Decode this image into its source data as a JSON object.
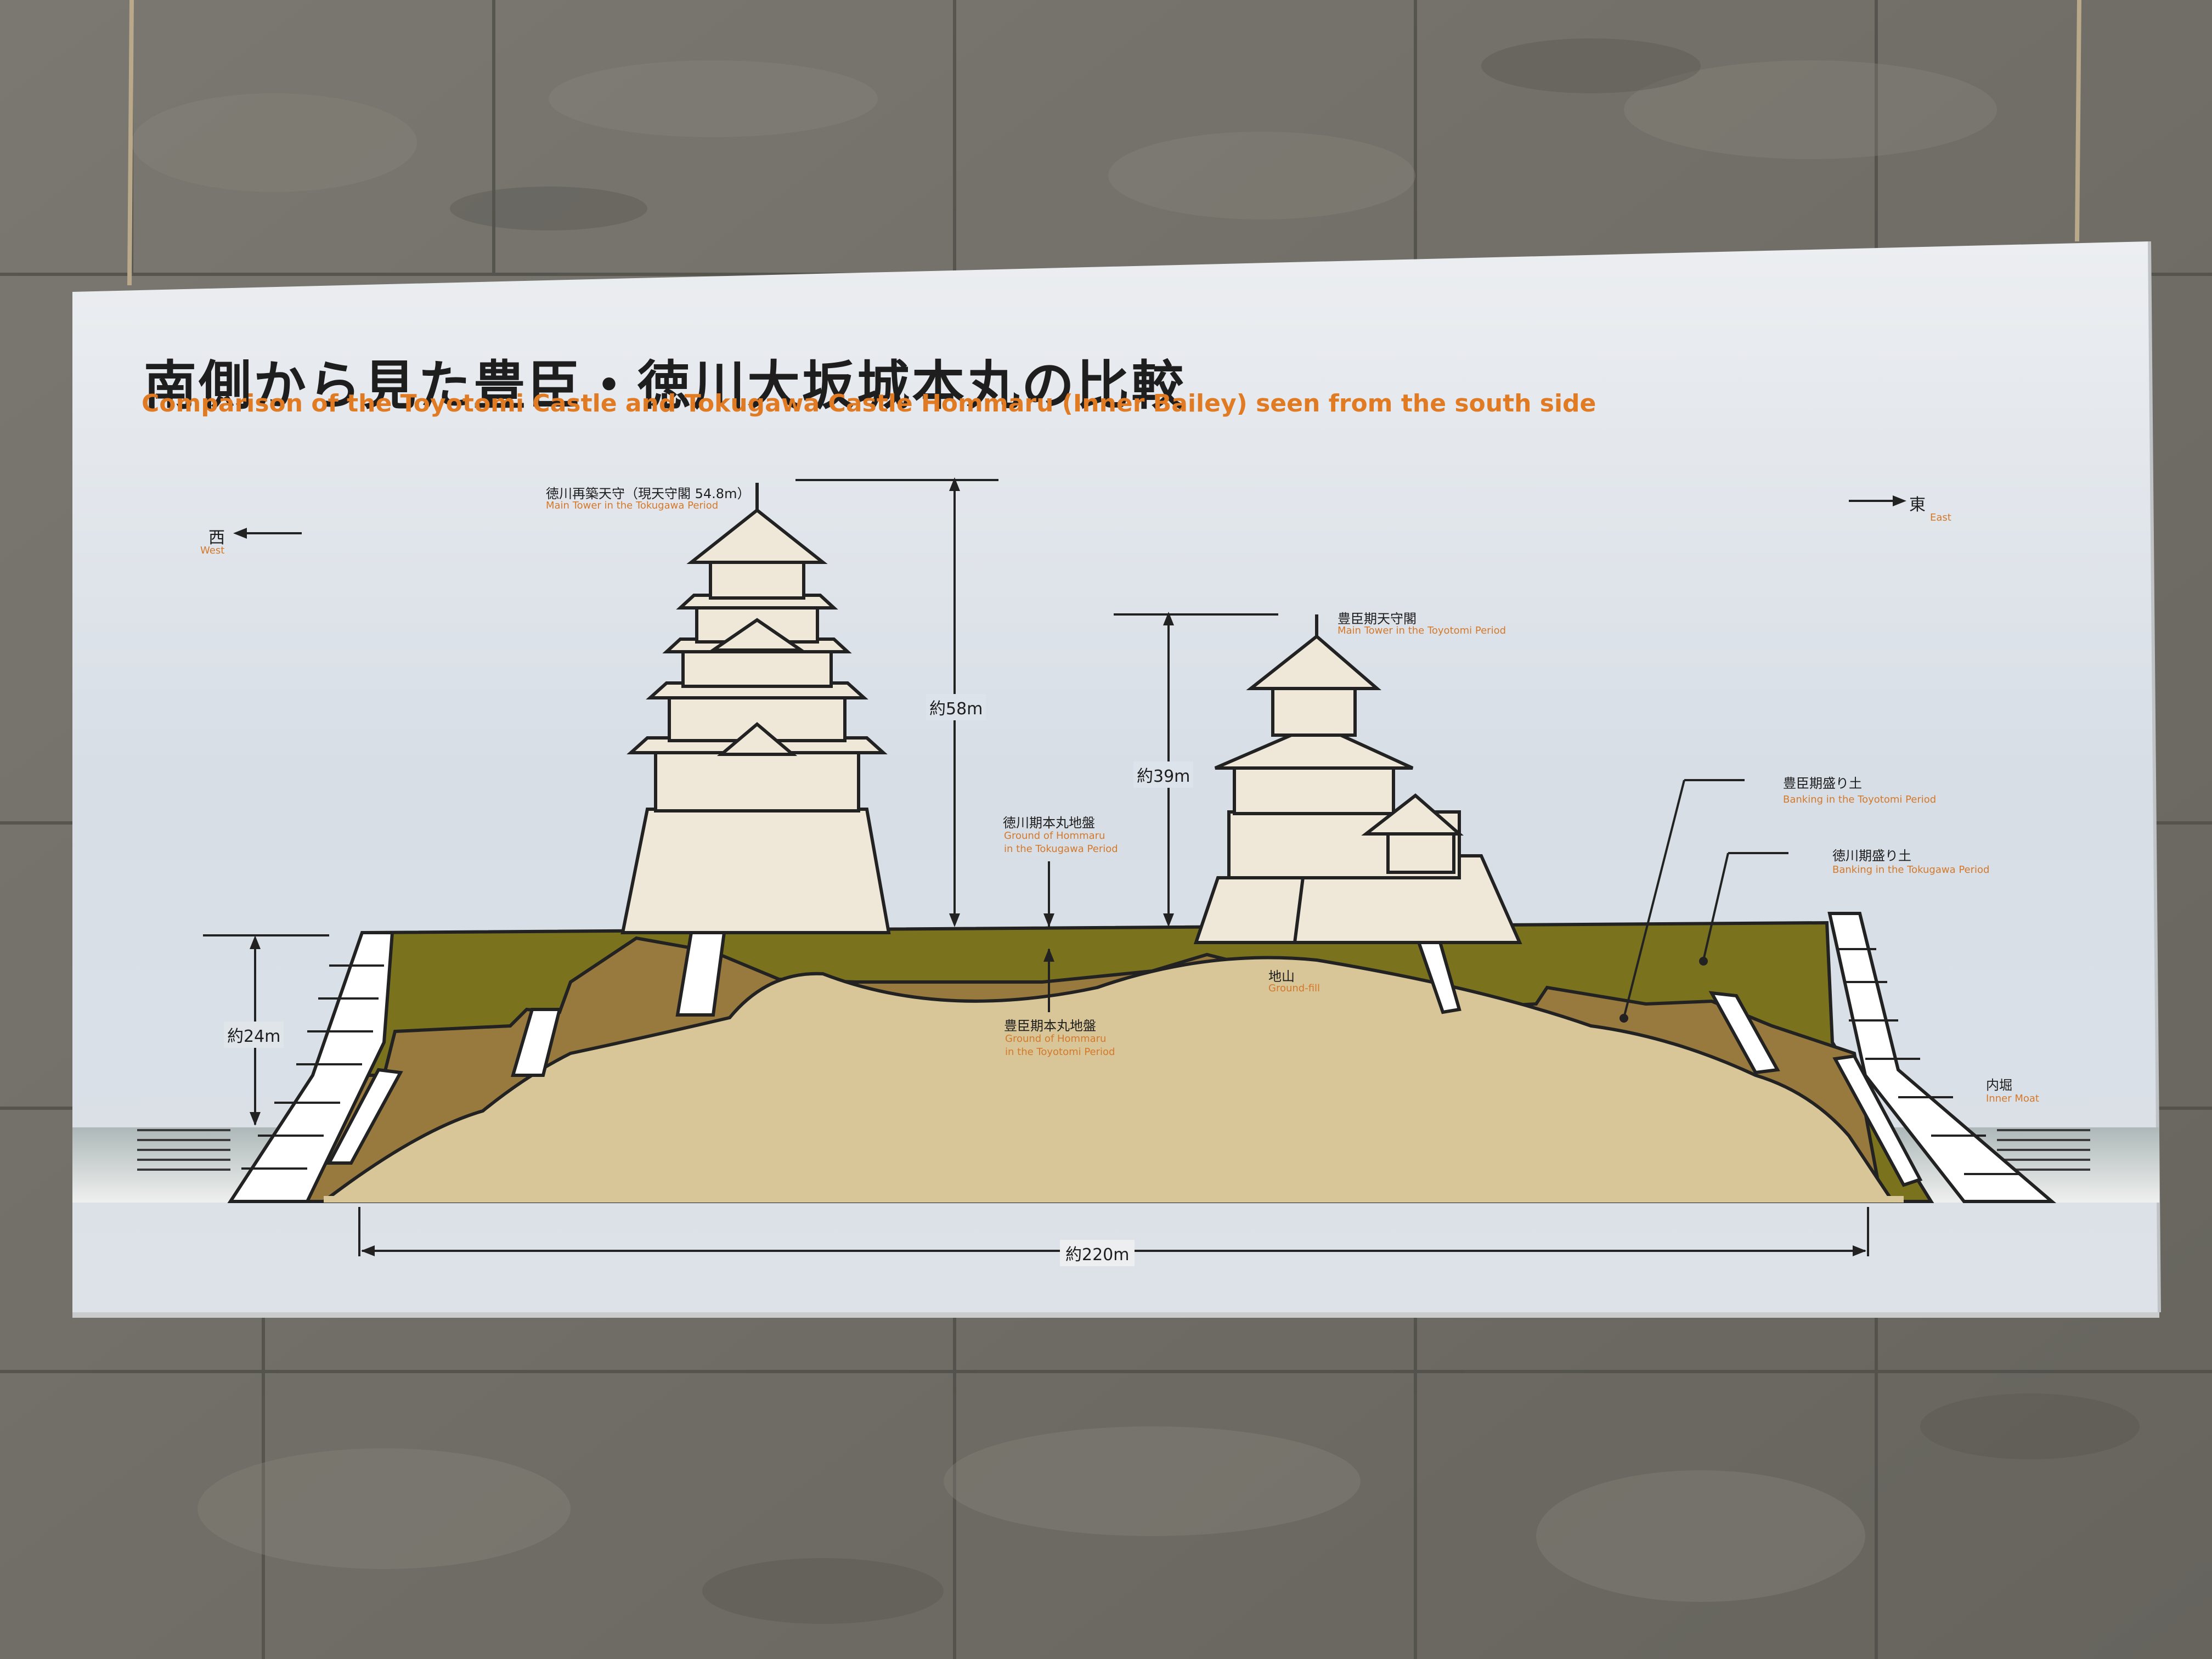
{
  "panel": {
    "title_jp": "南側から見た豊臣・徳川大坂城本丸の比較",
    "title_en": "Comparison of the Toyotomi Castle and Tokugawa Castle Hommaru (Inner Bailey) seen from the south side"
  },
  "directions": {
    "west_jp": "西",
    "west_en": "West",
    "east_jp": "東",
    "east_en": "East"
  },
  "labels": {
    "tokugawa_tower_jp": "徳川再築天守（現天守閣 54.8m）",
    "tokugawa_tower_en": "Main Tower in the Tokugawa Period",
    "toyotomi_tower_jp": "豊臣期天守閣",
    "toyotomi_tower_en": "Main Tower in the Toyotomi Period",
    "tokugawa_ground_jp": "徳川期本丸地盤",
    "tokugawa_ground_en1": "Ground of Hommaru",
    "tokugawa_ground_en2": "in the Tokugawa Period",
    "toyotomi_ground_jp": "豊臣期本丸地盤",
    "toyotomi_ground_en1": "Ground of Hommaru",
    "toyotomi_ground_en2": "in the Toyotomi Period",
    "groundfill_jp": "地山",
    "groundfill_en": "Ground-fill",
    "toyotomi_banking_jp": "豊臣期盛り土",
    "toyotomi_banking_en": "Banking in the Toyotomi Period",
    "tokugawa_banking_jp": "徳川期盛り土",
    "tokugawa_banking_en": "Banking in the Tokugawa Period",
    "moat_jp": "内堀",
    "moat_en": "Inner Moat"
  },
  "dimensions": {
    "tokugawa_height": "約58m",
    "toyotomi_height": "約39m",
    "wall_height": "約24m",
    "width": "約220m"
  },
  "colors": {
    "panel": "#f1f2f4",
    "title_accent": "#e07b24",
    "olive_fill": "#7b721e",
    "brown_fill": "#987a3e",
    "sand_fill": "#d8c698",
    "water": "#c9cfcf",
    "wall_stone": "#6f6d66"
  }
}
